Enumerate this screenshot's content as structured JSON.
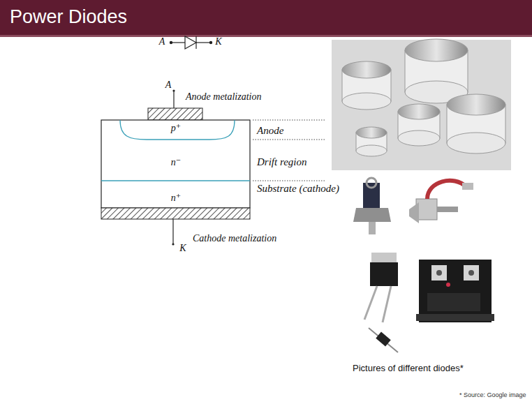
{
  "diagram": {
    "title": "Power Diodes",
    "labels": [
      "A",
      "K",
      "A",
      "Anode metalization",
      "p⁺",
      "Anode",
      "n⁻",
      "Drift region",
      "n⁺",
      "Substrate (cathode)",
      "Cathode metalization",
      "K",
      "Pictures of different diodes*",
      "* Source: Google image"
    ]
  }
}
